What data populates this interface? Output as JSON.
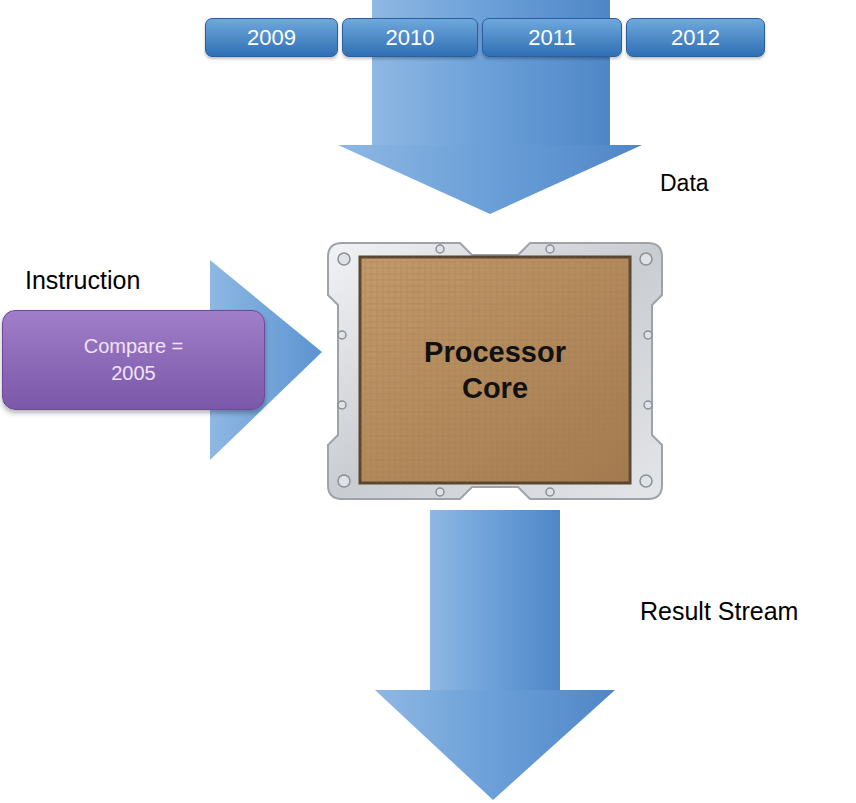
{
  "diagram": {
    "nodes": [
      {
        "text": [
          "2009"
        ]
      },
      {
        "text": [
          "2010"
        ]
      },
      {
        "text": [
          "2011"
        ]
      },
      {
        "text": [
          "2012"
        ]
      },
      {
        "text": [
          "Compare = 2005"
        ]
      },
      {
        "text": [
          "Processor Core"
        ]
      }
    ],
    "edges": [
      {
        "from": 4,
        "to": 5,
        "arrow": "to"
      }
    ],
    "labels": [
      "Data",
      "Instruction",
      "Result Stream"
    ]
  }
}
